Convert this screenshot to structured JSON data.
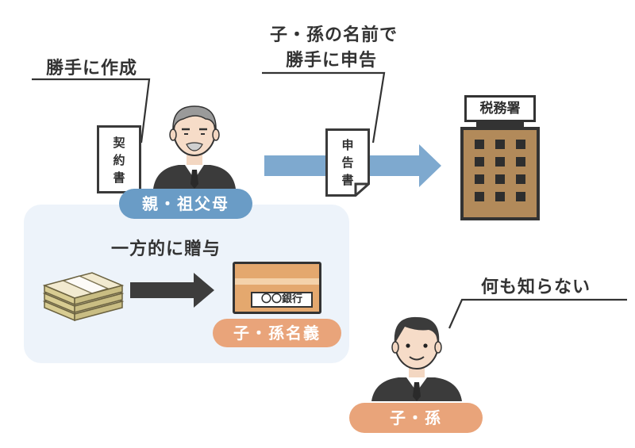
{
  "labels": {
    "contract_note": "勝手に作成",
    "report_note_line1": "子・孫の名前で",
    "report_note_line2": "勝手に申告",
    "gift_note": "一方的に贈与",
    "unaware_note": "何も知らない"
  },
  "documents": {
    "contract": [
      "契",
      "約",
      "書"
    ],
    "report": [
      "申",
      "告",
      "書"
    ]
  },
  "tax_office": {
    "sign": "税務署"
  },
  "bankbook": {
    "bank_name": "〇〇銀行"
  },
  "badges": {
    "parent": "親・祖父母",
    "account_holder": "子・孫名義",
    "child": "子・孫"
  },
  "colors": {
    "blue_badge": "#6a9cc6",
    "orange_badge": "#e9a47a",
    "blue_arrow": "#7ea9cf",
    "dark_arrow": "#3d3d3d",
    "panel": "#edf3fa",
    "building": "#b28a5a",
    "bankbook": "#e4a86e"
  },
  "icons": {
    "parent": "elderly-man-icon",
    "child": "young-man-icon",
    "tax_office": "building-icon",
    "money": "cash-bundle-icon"
  }
}
